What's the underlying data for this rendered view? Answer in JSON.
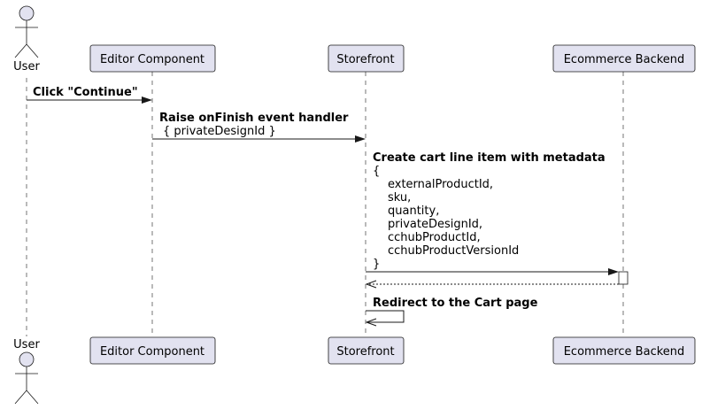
{
  "participants": {
    "user": "User",
    "editor": "Editor Component",
    "storefront": "Storefront",
    "backend": "Ecommerce Backend"
  },
  "messages": {
    "m1": {
      "text": "Click \"Continue\""
    },
    "m2": {
      "title": "Raise onFinish event handler",
      "body": "{ privateDesignId }"
    },
    "m3": {
      "title": "Create cart line item with metadata",
      "lines": [
        "{",
        "externalProductId,",
        "sku,",
        "quantity,",
        "privateDesignId,",
        "cchubProductId,",
        "cchubProductVersionId",
        "}"
      ]
    },
    "m5": {
      "text": "Redirect to the Cart page"
    }
  }
}
